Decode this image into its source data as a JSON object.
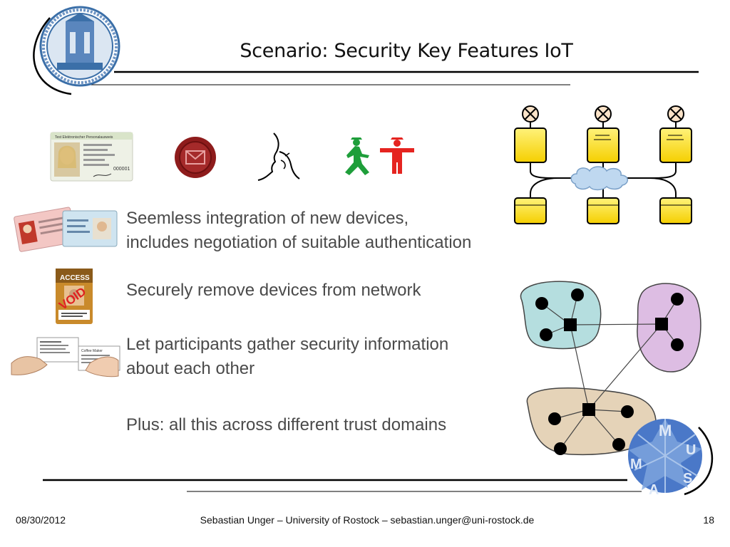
{
  "slide": {
    "title": "Scenario: Security Key Features IoT",
    "bullets": [
      {
        "lines": [
          "Seemless integration of new devices,",
          "includes negotiation of suitable authentication"
        ]
      },
      {
        "lines": [
          "Securely remove devices from network"
        ]
      },
      {
        "lines": [
          "Let participants gather security information",
          "about each other"
        ]
      },
      {
        "lines": [
          "Plus: all this across different trust domains"
        ]
      }
    ]
  },
  "footer": {
    "date": "08/30/2012",
    "center": "Sebastian Unger – University of Rostock – sebastian.unger@uni-rostock.de",
    "page": "18"
  },
  "images": {
    "id_card_text": [
      "Test Elektronischer Personalausweis",
      "000001"
    ],
    "access_badge_text": [
      "ACCESS",
      "VOID"
    ],
    "business_card_text": [
      "Coffee Maker"
    ],
    "mamus_logo_text": [
      "M",
      "U",
      "S",
      "A",
      "M"
    ]
  },
  "colors": {
    "device_yellow": "#FFE600",
    "cloud_blue": "#BFD8F0",
    "domain_teal": "#B5DEDF",
    "domain_violet": "#DDBDE3",
    "domain_tan": "#E5D3B8",
    "ampel_green": "#1E9E3A",
    "ampel_red": "#E52420",
    "seal_red": "#8E1C1C",
    "logo_blue": "#4A78C8"
  }
}
